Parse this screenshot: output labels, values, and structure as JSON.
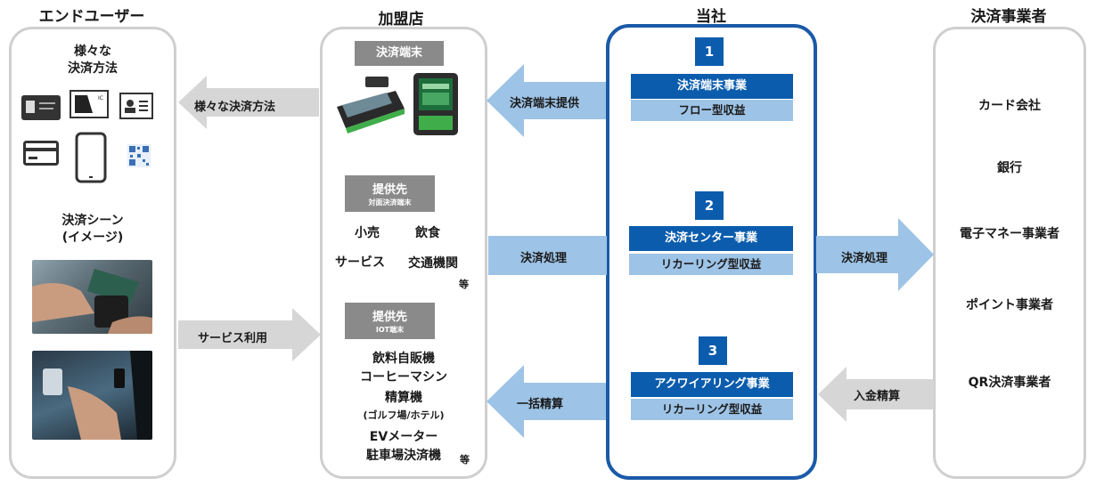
{
  "headings": {
    "end_user": "エンドユーザー",
    "merchant": "加盟店",
    "company": "当社",
    "payment_provider": "決済事業者"
  },
  "end_user": {
    "methods_title_line1": "様々な",
    "methods_title_line2": "決済方法",
    "scene_title_line1": "決済シーン",
    "scene_title_line2": "(イメージ)"
  },
  "merchant": {
    "terminal_label": "決済端末",
    "provide1_label": "提供先",
    "provide1_sub": "対面決済端末",
    "retail": "小売",
    "food": "飲食",
    "service": "サービス",
    "transport": "交通機関",
    "etc1": "等",
    "provide2_label": "提供先",
    "provide2_sub": "IOT端末",
    "iot_line1": "飲料自販機",
    "iot_line2": "コーヒーマシン",
    "iot_line3": "精算機",
    "iot_line4": "(ゴルフ場/ホテル)",
    "iot_line5": "EVメーター",
    "iot_line6": "駐車場決済機",
    "etc2": "等"
  },
  "company": {
    "businesses": [
      {
        "number": "1",
        "name": "決済端末事業",
        "revenue": "フロー型収益"
      },
      {
        "number": "2",
        "name": "決済センター事業",
        "revenue": "リカーリング型収益"
      },
      {
        "number": "3",
        "name": "アクワイアリング事業",
        "revenue": "リカーリング型収益"
      }
    ]
  },
  "providers": [
    "カード会社",
    "銀行",
    "電子マネー事業者",
    "ポイント事業者",
    "QR決済事業者"
  ],
  "arrows": {
    "various_methods": "様々な決済方法",
    "service_use": "サービス利用",
    "terminal_supply": "決済端末提供",
    "processing_left": "決済処理",
    "bulk_settlement": "一括精算",
    "processing_right": "決済処理",
    "deposit_settlement": "入金精算"
  },
  "colors": {
    "company_blue": "#0b5cad",
    "light_blue": "#9dc3e6",
    "arrow_blue": "#9dc3e6",
    "arrow_gray": "#d6d6d6",
    "panel_border": "#cfcfcf"
  }
}
